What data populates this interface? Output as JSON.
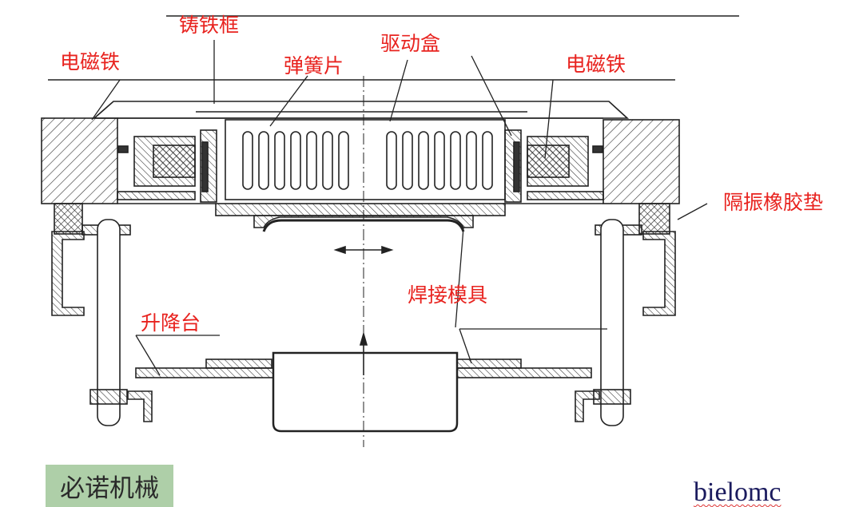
{
  "labels": {
    "cast_iron_frame": "铸铁框",
    "electromagnet_left": "电磁铁",
    "spring_plate": "弹簧片",
    "drive_box": "驱动盒",
    "electromagnet_right": "电磁铁",
    "rubber_pad": "隔振橡胶垫",
    "welding_mold": "焊接模具",
    "lift_table": "升降台"
  },
  "logo_text": "必诺机械",
  "brand_text": "bielomc",
  "colors": {
    "label": "#e8231f",
    "logo_bg": "#aecfa8",
    "brand": "#1b1b5e",
    "line": "#222222"
  }
}
